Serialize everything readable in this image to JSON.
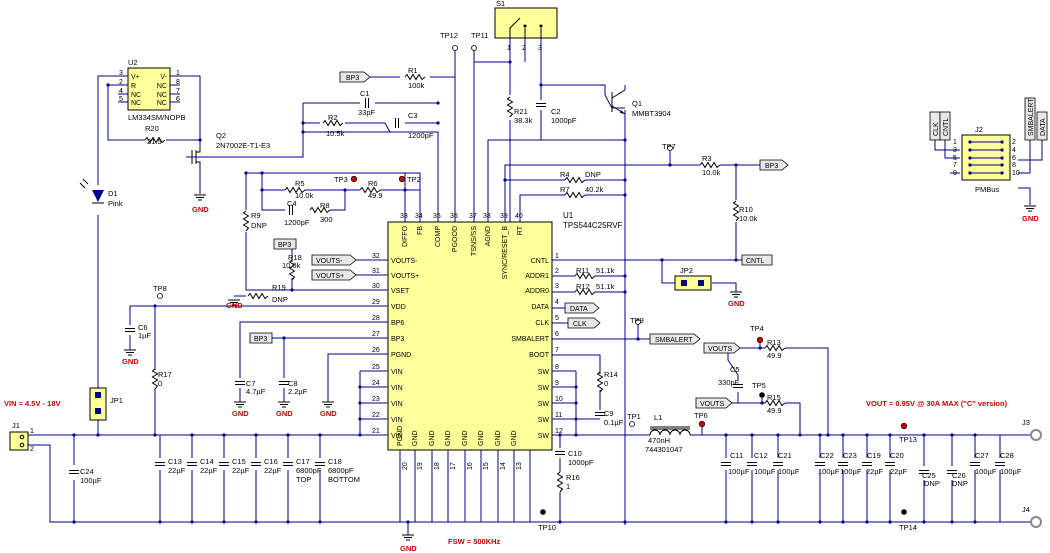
{
  "labels": {
    "vin": "VIN = 4.5V - 18V",
    "vout": "VOUT = 0.95V @ 30A MAX (\"C\" version)",
    "fsw": "FSW = 500KHz",
    "gnd": "GND",
    "bp3": "BP3",
    "vouts_minus": "VOUTS-",
    "vouts_plus": "VOUTS+",
    "cntl": "CNTL",
    "data": "DATA",
    "clk": "CLK",
    "smbalert": "SMBALERT",
    "vouts": "VOUTS",
    "pmbus": "PMBus"
  },
  "u1": {
    "ref": "U1",
    "part": "TPS544C25RVF",
    "left_pins": [
      {
        "num": "32",
        "name": "VOUTS-"
      },
      {
        "num": "31",
        "name": "VOUTS+"
      },
      {
        "num": "30",
        "name": "VSET"
      },
      {
        "num": "29",
        "name": "VDD"
      },
      {
        "num": "28",
        "name": "BP6"
      },
      {
        "num": "27",
        "name": "BP3"
      },
      {
        "num": "26",
        "name": "PGND"
      },
      {
        "num": "25",
        "name": "VIN"
      },
      {
        "num": "24",
        "name": "VIN"
      },
      {
        "num": "23",
        "name": "VIN"
      },
      {
        "num": "22",
        "name": "VIN"
      },
      {
        "num": "21",
        "name": "VIN"
      }
    ],
    "right_pins": [
      {
        "num": "1",
        "name": "CNTL"
      },
      {
        "num": "2",
        "name": "ADDR1"
      },
      {
        "num": "3",
        "name": "ADDR0"
      },
      {
        "num": "4",
        "name": "DATA"
      },
      {
        "num": "5",
        "name": "CLK"
      },
      {
        "num": "6",
        "name": "SMBALERT"
      },
      {
        "num": "7",
        "name": "BOOT"
      },
      {
        "num": "8",
        "name": "SW"
      },
      {
        "num": "9",
        "name": "SW"
      },
      {
        "num": "10",
        "name": "SW"
      },
      {
        "num": "11",
        "name": "SW"
      },
      {
        "num": "12",
        "name": "SW"
      }
    ],
    "top_pins": [
      {
        "num": "33",
        "name": "DIFFO"
      },
      {
        "num": "34",
        "name": "FB"
      },
      {
        "num": "35",
        "name": "COMP"
      },
      {
        "num": "36",
        "name": "PGOOD"
      },
      {
        "num": "37",
        "name": "TSNS/SS"
      },
      {
        "num": "38",
        "name": "AGND"
      },
      {
        "num": "39",
        "name": "SYNC/RESET_B"
      },
      {
        "num": "40",
        "name": "RT"
      }
    ],
    "bottom_pins": [
      {
        "num": "20",
        "name": "PGND"
      },
      {
        "num": "19",
        "name": "GND"
      },
      {
        "num": "18",
        "name": "GND"
      },
      {
        "num": "17",
        "name": "GND"
      },
      {
        "num": "16",
        "name": "GND"
      },
      {
        "num": "15",
        "name": "GND"
      },
      {
        "num": "14",
        "name": "GND"
      },
      {
        "num": "13",
        "name": "GND"
      }
    ]
  },
  "u2": {
    "ref": "U2",
    "part": "LM334SM/NOPB",
    "left_pins": [
      {
        "num": "3",
        "name": "V+"
      },
      {
        "num": "2",
        "name": "R"
      },
      {
        "num": "4",
        "name": "NC"
      },
      {
        "num": "5",
        "name": "NC"
      }
    ],
    "right_pins": [
      {
        "num": "1",
        "name": "V-"
      },
      {
        "num": "8",
        "name": "NC"
      },
      {
        "num": "7",
        "name": "NC"
      },
      {
        "num": "6",
        "name": "NC"
      }
    ]
  },
  "j2": {
    "ref": "J2",
    "left_pins": [
      "1",
      "3",
      "5",
      "7",
      "9"
    ],
    "right_pins": [
      "2",
      "4",
      "6",
      "8",
      "10"
    ],
    "left_nets": [
      "CLK",
      "CNTL"
    ],
    "right_nets": [
      "SMBALERT",
      "DATA"
    ]
  },
  "s1": {
    "ref": "S1",
    "pins": [
      "1",
      "2",
      "3"
    ]
  },
  "test_points": {
    "tp1": "TP1",
    "tp2": "TP2",
    "tp3": "TP3",
    "tp4": "TP4",
    "tp5": "TP5",
    "tp6": "TP6",
    "tp7": "TP7",
    "tp8": "TP8",
    "tp9": "TP9",
    "tp10": "TP10",
    "tp11": "TP11",
    "tp12": "TP12",
    "tp13": "TP13",
    "tp14": "TP14"
  },
  "connectors": {
    "j1": "J1",
    "j3": "J3",
    "j4": "J4",
    "jp1": "JP1",
    "jp2": "JP2",
    "j1_pins": [
      "1",
      "2"
    ]
  },
  "parts": {
    "r1": {
      "ref": "R1",
      "val": "100k"
    },
    "c1": {
      "ref": "C1",
      "val": "33pF"
    },
    "r2": {
      "ref": "R2",
      "val": "10.5k"
    },
    "c3": {
      "ref": "C3",
      "val": "1200pF"
    },
    "r5": {
      "ref": "R5",
      "val": "10.0k"
    },
    "r6": {
      "ref": "R6",
      "val": "49.9"
    },
    "c4": {
      "ref": "C4",
      "val": "1200pF"
    },
    "r8": {
      "ref": "R8",
      "val": "300"
    },
    "r9": {
      "ref": "R9",
      "val": "DNP"
    },
    "r18": {
      "ref": "R18",
      "val": "10.0k"
    },
    "r19": {
      "ref": "R19",
      "val": "DNP"
    },
    "r20": {
      "ref": "R20",
      "val": "21.5"
    },
    "q2": {
      "ref": "Q2",
      "val": "2N7002E-T1-E3"
    },
    "d1": {
      "ref": "D1",
      "val": "Pink"
    },
    "c6": {
      "ref": "C6",
      "val": "1µF"
    },
    "r17": {
      "ref": "R17",
      "val": "0"
    },
    "c7": {
      "ref": "C7",
      "val": "4.7µF"
    },
    "c8": {
      "ref": "C8",
      "val": "2.2µF"
    },
    "c24": {
      "ref": "C24",
      "val": "100µF"
    },
    "c13": {
      "ref": "C13",
      "val": "22µF"
    },
    "c14": {
      "ref": "C14",
      "val": "22µF"
    },
    "c15": {
      "ref": "C15",
      "val": "22µF"
    },
    "c16": {
      "ref": "C16",
      "val": "22µF"
    },
    "c17": {
      "ref": "C17",
      "val": "6800pF",
      "note": "TOP"
    },
    "c18": {
      "ref": "C18",
      "val": "6800pF",
      "note": "BOTTOM"
    },
    "r21": {
      "ref": "R21",
      "val": "38.3k"
    },
    "c2": {
      "ref": "C2",
      "val": "1000pF"
    },
    "q1": {
      "ref": "Q1",
      "val": "MMBT3904"
    },
    "r3": {
      "ref": "R3",
      "val": "10.0k"
    },
    "r4": {
      "ref": "R4",
      "val": "DNP"
    },
    "r7": {
      "ref": "R7",
      "val": "40.2k"
    },
    "r10": {
      "ref": "R10",
      "val": "10.0k"
    },
    "r11": {
      "ref": "R11",
      "val": "51.1k"
    },
    "r12": {
      "ref": "R12",
      "val": "51.1k"
    },
    "r13": {
      "ref": "R13",
      "val": "49.9"
    },
    "c5": {
      "ref": "C5",
      "val": "330pF"
    },
    "r15": {
      "ref": "R15",
      "val": "49.9"
    },
    "r14": {
      "ref": "R14",
      "val": "0"
    },
    "c9": {
      "ref": "C9",
      "val": "0.1µF"
    },
    "c10": {
      "ref": "C10",
      "val": "1000pF"
    },
    "r16": {
      "ref": "R16",
      "val": "1"
    },
    "l1": {
      "ref": "L1",
      "val": "470nH",
      "pn": "744301047"
    },
    "c11": {
      "ref": "C11",
      "val": "100µF"
    },
    "c12": {
      "ref": "C12",
      "val": "100µF"
    },
    "c21": {
      "ref": "C21",
      "val": "100µF"
    },
    "c22": {
      "ref": "C22",
      "val": "100µF"
    },
    "c23": {
      "ref": "C23",
      "val": "100µF"
    },
    "c19": {
      "ref": "C19",
      "val": "22µF"
    },
    "c20": {
      "ref": "C20",
      "val": "22µF"
    },
    "c25": {
      "ref": "C25",
      "val": "DNP"
    },
    "c26": {
      "ref": "C26",
      "val": "DNP"
    },
    "c27": {
      "ref": "C27",
      "val": "100µF"
    },
    "c28": {
      "ref": "C28",
      "val": "100µF"
    }
  },
  "colors": {
    "wire": "#00008b",
    "part": "#000000",
    "accent": "#cc0000",
    "tag": "#e8e8e8"
  }
}
